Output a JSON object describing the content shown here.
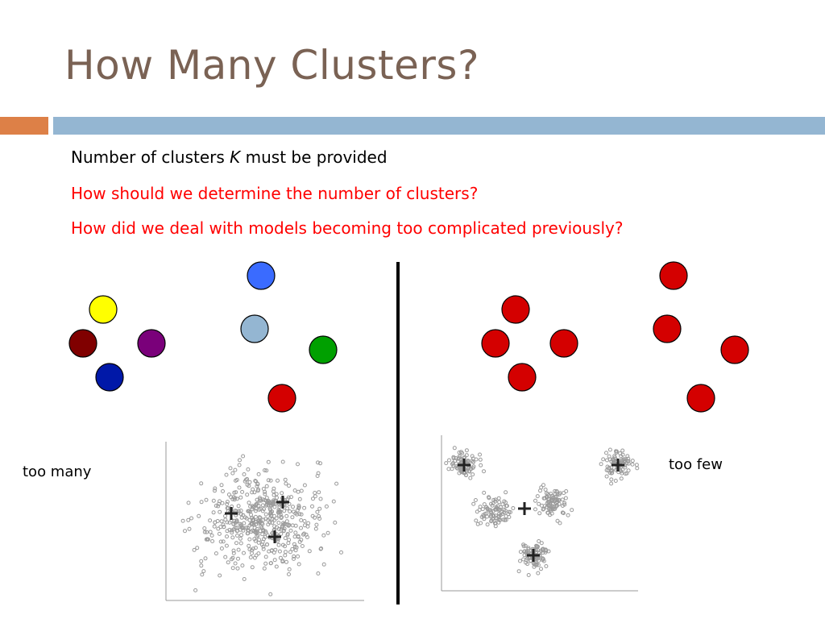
{
  "slide": {
    "title": "How Many Clusters?",
    "bullets": {
      "b1_pre": "Number of clusters ",
      "b1_k": "K",
      "b1_post": " must be provided",
      "b2": "How should we determine the number of clusters?",
      "b3": "How did we deal with models becoming too complicated previously?"
    },
    "labels": {
      "too_many": "too many",
      "too_few": "too few"
    }
  },
  "colors": {
    "title": "#7a6254",
    "accent_orange": "#dd8047",
    "accent_blue": "#94b6d2",
    "red_text": "#ff0000",
    "cluster_red": "#d40000",
    "yellow": "#ffff00",
    "dark_red": "#800000",
    "purple": "#7a007a",
    "navy": "#0018a8",
    "blue": "#3a6bff",
    "light_blue": "#94b6d2",
    "green": "#00a000",
    "scatter_gray": "#9a9a9a"
  }
}
